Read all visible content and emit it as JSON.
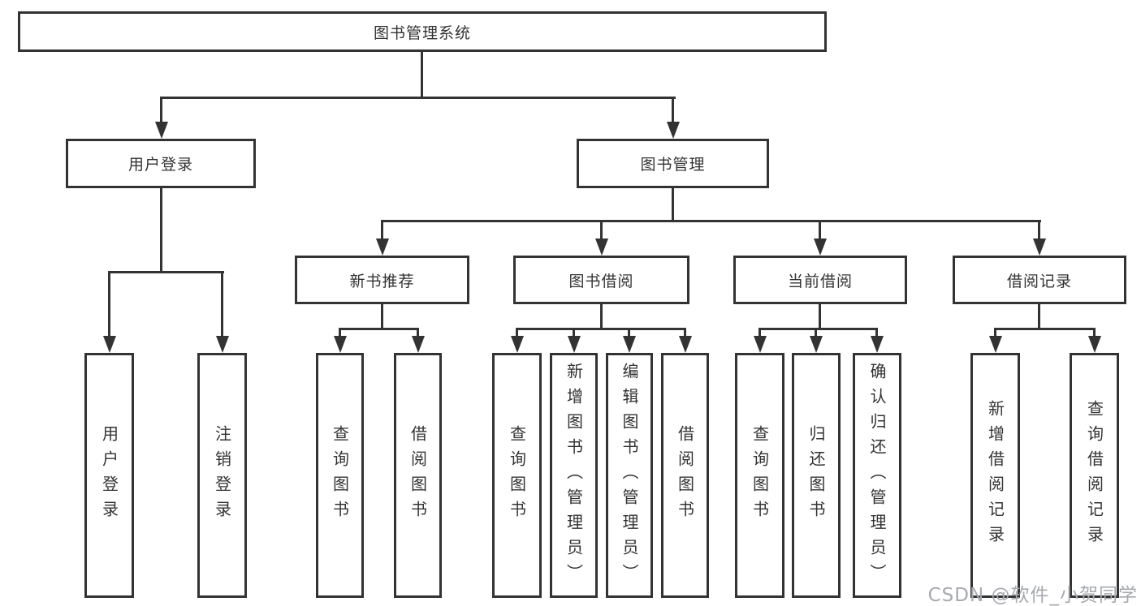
{
  "diagram": {
    "root": "图书管理系统",
    "level2": {
      "user_login": "用户登录",
      "book_management": "图书管理"
    },
    "level3": {
      "new_book_recommend": "新书推荐",
      "book_borrowing": "图书借阅",
      "current_borrowing": "当前借阅",
      "borrowing_records": "借阅记录"
    },
    "leaves": {
      "user_login_children": [
        "用户登录",
        "注销登录"
      ],
      "new_book_children": [
        "查询图书",
        "借阅图书"
      ],
      "book_borrowing_children": [
        "查询图书",
        "新增图书（管理员）",
        "编辑图书（管理员）",
        "借阅图书"
      ],
      "current_borrowing_children": [
        "查询图书",
        "归还图书",
        "确认归还（管理员）"
      ],
      "borrowing_records_children": [
        "新增借阅记录",
        "查询借阅记录"
      ]
    }
  },
  "colors": {
    "line": "#333333",
    "box_background": "#ffffff",
    "watermark": "#a6a9ae"
  },
  "watermark": {
    "text": "CSDN @软件_小贺同学"
  }
}
